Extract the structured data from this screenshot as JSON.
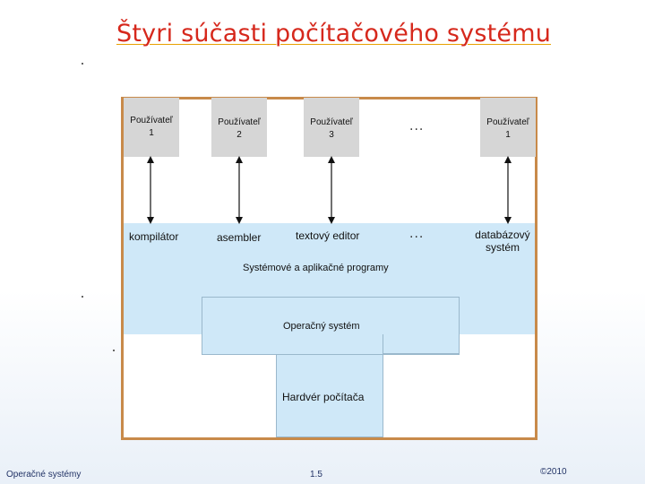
{
  "title": "Štyri súčasti počítačového systému",
  "users": [
    {
      "line1": "Používateľ",
      "line2": "1"
    },
    {
      "line1": "Používateľ",
      "line2": "2"
    },
    {
      "line1": "Používateľ",
      "line2": "3"
    },
    {
      "line1": "Používateľ",
      "line2": "1"
    }
  ],
  "ellipsis": "...",
  "programs": {
    "compiler": "kompilátor",
    "assembler": "asembler",
    "text_editor": "textový editor",
    "database_line1": "databázový",
    "database_line2": "systém"
  },
  "layer_system_programs": "Systémové a aplikačné programy",
  "layer_os": "Operačný systém",
  "layer_hardware": "Hardvér počítača",
  "footer": {
    "left": "Operačné systémy",
    "center": "1.5",
    "right": "©2010"
  },
  "colors": {
    "title": "#d6281c",
    "frame_border": "#c88a4a",
    "user_box": "#d6d6d6",
    "layer_fill": "#cfe8f8"
  }
}
